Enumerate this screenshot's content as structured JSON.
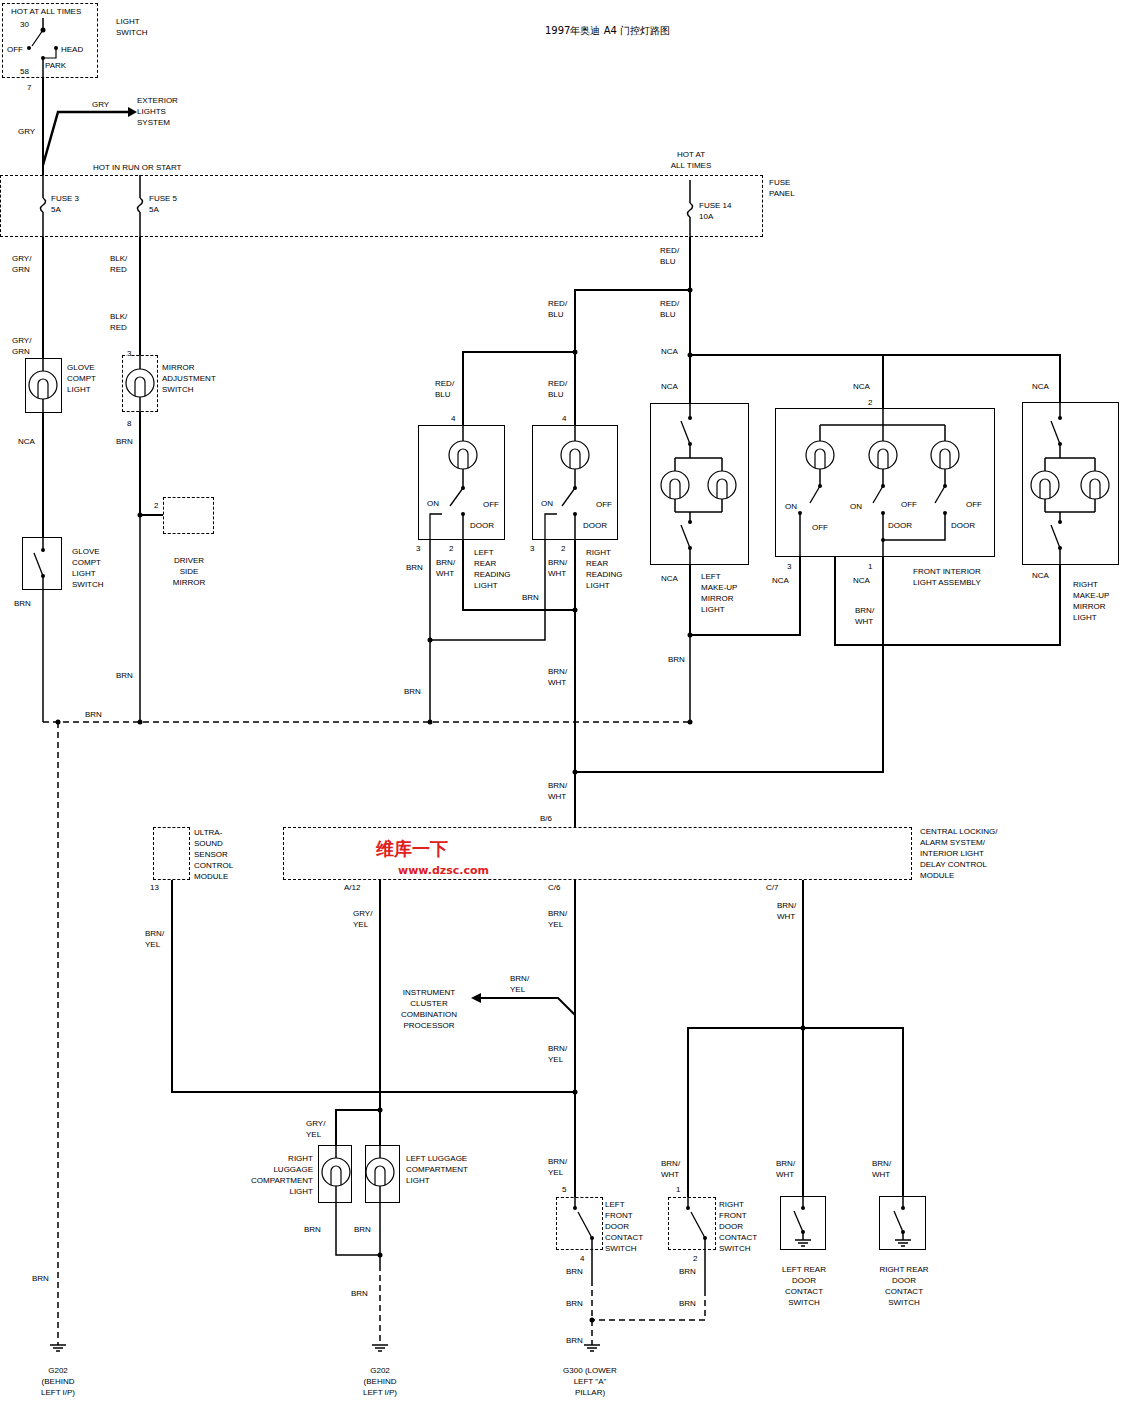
{
  "diagram": {
    "title": "1997年奥迪 A4 门控灯路图",
    "nodes": [
      {
        "text": [
          "HOT AT ALL TIMES",
          "30",
          "OFF",
          "HEAD",
          "PARK",
          "58",
          "LIGHT SWITCH"
        ]
      },
      {
        "text": [
          "HOT IN RUN OR START",
          "FUSE 3 5A",
          "FUSE 5 5A",
          "HOT AT ALL TIMES",
          "FUSE 14 10A",
          "FUSE PANEL"
        ]
      },
      {
        "text": [
          "GLOVE COMPT LIGHT"
        ]
      },
      {
        "text": [
          "MIRROR ADJUSTMENT SWITCH"
        ]
      },
      {
        "text": [
          "ON",
          "OFF",
          "DOOR",
          "LEFT REAR READING LIGHT"
        ]
      },
      {
        "text": [
          "ON",
          "OFF",
          "DOOR",
          "RIGHT REAR READING LIGHT"
        ]
      },
      {
        "text": [
          "LEFT MAKE-UP MIRROR LIGHT"
        ]
      },
      {
        "text": [
          "ON",
          "OFF",
          "ON",
          "OFF",
          "DOOR",
          "OFF",
          "DOOR",
          "FRONT INTERIOR LIGHT ASSEMBLY"
        ]
      },
      {
        "text": [
          "RIGHT MAKE-UP MIRROR LIGHT"
        ]
      },
      {
        "text": [
          "DRIVER SIDE MIRROR"
        ]
      },
      {
        "text": [
          "GLOVE COMPT LIGHT SWITCH"
        ]
      },
      {
        "text": [
          "ULTRA- SOUND SENSOR CONTROL MODULE"
        ]
      },
      {
        "text": [
          "CENTRAL LOCKING/ ALARM SYSTEM/ INTERIOR LIGHT DELAY CONTROL MODULE"
        ]
      },
      {
        "text": [
          "RIGHT LUGGAGE COMPARTMENT LIGHT"
        ]
      },
      {
        "text": [
          "LEFT LUGGAGE COMPARTMENT LIGHT"
        ]
      },
      {
        "text": [
          "LEFT FRONT DOOR CONTACT SWITCH"
        ]
      },
      {
        "text": [
          "RIGHT FRONT DOOR CONTACT SWITCH"
        ]
      },
      {
        "text": [
          "LEFT REAR DOOR CONTACT SWITCH"
        ]
      },
      {
        "text": [
          "RIGHT REAR DOOR CONTACT SWITCH"
        ]
      }
    ],
    "edges": [
      {
        "from": 0,
        "to": 1,
        "arrow": "none"
      },
      {
        "from": 1,
        "to": 2,
        "arrow": "none"
      },
      {
        "from": 2,
        "to": 10,
        "arrow": "none"
      },
      {
        "from": 1,
        "to": 3,
        "arrow": "none"
      },
      {
        "from": 3,
        "to": 9,
        "arrow": "none"
      },
      {
        "from": 1,
        "to": 4,
        "arrow": "none"
      },
      {
        "from": 1,
        "to": 5,
        "arrow": "none"
      },
      {
        "from": 1,
        "to": 6,
        "arrow": "none"
      },
      {
        "from": 1,
        "to": 7,
        "arrow": "none"
      },
      {
        "from": 1,
        "to": 8,
        "arrow": "none"
      },
      {
        "from": 4,
        "to": 12,
        "arrow": "none"
      },
      {
        "from": 5,
        "to": 12,
        "arrow": "none"
      },
      {
        "from": 7,
        "to": 12,
        "arrow": "none"
      },
      {
        "from": 6,
        "to": 7,
        "arrow": "none"
      },
      {
        "from": 7,
        "to": 8,
        "arrow": "none"
      },
      {
        "from": 11,
        "to": 15,
        "arrow": "none"
      },
      {
        "from": 12,
        "to": 15,
        "arrow": "none"
      },
      {
        "from": 12,
        "to": 14,
        "arrow": "none"
      },
      {
        "from": 12,
        "to": 13,
        "arrow": "none"
      },
      {
        "from": 12,
        "to": 16,
        "arrow": "none"
      },
      {
        "from": 12,
        "to": 17,
        "arrow": "none"
      },
      {
        "from": 12,
        "to": 18,
        "arrow": "none"
      }
    ],
    "labels": [
      "7",
      "GRY",
      "EXTERIOR LIGHTS SYSTEM",
      "GRY",
      "GRY/ GRN",
      "BLK/ RED",
      "RED/ BLU",
      "RED/ BLU",
      "RED/ BLU",
      "NCA",
      "GRY/ GRN",
      "BLK/ RED",
      "3",
      "NCA",
      "8",
      "BRN",
      "2",
      "BRN",
      "BRN",
      "BRN",
      "RED/ BLU",
      "RED/ BLU",
      "4",
      "4",
      "NCA",
      "NCA",
      "2",
      "NCA",
      "3",
      "2",
      "BRN/ WHT",
      "BRN",
      "3",
      "2",
      "BRN/ WHT",
      "BRN",
      "NCA",
      "3",
      "NCA",
      "1",
      "NCA",
      "NCA",
      "BRN/ WHT",
      "BRN",
      "BRN",
      "BRN/ WHT",
      "BRN/ WHT",
      "B/6",
      "13",
      "A/12",
      "C/6",
      "C/7",
      "BRN/ YEL",
      "GRY/ YEL",
      "BRN/ YEL",
      "BRN/ WHT",
      "BRN/ YEL",
      "INSTRUMENT CLUSTER COMBINATION PROCESSOR",
      "BRN/ YEL",
      "GRY/ YEL",
      "BRN/ YEL",
      "BRN/ WHT",
      "BRN/ WHT",
      "BRN/ WHT",
      "5",
      "1",
      "4",
      "2",
      "BRN",
      "BRN",
      "BRN",
      "BRN",
      "BRN",
      "BRN",
      "BRN",
      "BRN",
      "BRN",
      "G202 (BEHIND LEFT I/P)",
      "G202 (BEHIND LEFT I/P)",
      "G300 (LOWER LEFT \"A\" PILLAR)",
      "维库一下",
      "www.dzsc.com"
    ]
  }
}
